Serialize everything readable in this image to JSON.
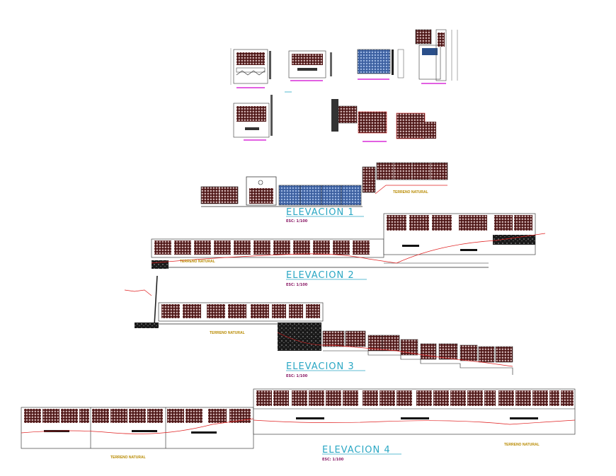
{
  "drawing": {
    "elevations": [
      {
        "id": "elevacion-1",
        "title": "ELEVACION 1",
        "scale": "ESC: 1/100",
        "terrain_label": "TERRENO NATURAL"
      },
      {
        "id": "elevacion-2",
        "title": "ELEVACION 2",
        "scale": "ESC: 1/100",
        "terrain_label": "TERRENO NATURAL"
      },
      {
        "id": "elevacion-3",
        "title": "ELEVACION 3",
        "scale": "ESC: 1/100",
        "terrain_label": "TERRENO NATURAL"
      },
      {
        "id": "elevacion-4",
        "title": "ELEVACION 4",
        "scale": "ESC: 1/100",
        "terrain_label_left": "TERRENO NATURAL",
        "terrain_label_right": "TERRENO NATURAL"
      }
    ]
  },
  "colors": {
    "title": "#2aa7c4",
    "scale_text": "#8a1a66",
    "terrain_text": "#b88a00",
    "fence_panel": "#5a1a1a",
    "gate_blue": "#4a6fb0",
    "terrain_line": "#e02020",
    "magenta_mark": "#d000d0",
    "outline": "#202020"
  }
}
